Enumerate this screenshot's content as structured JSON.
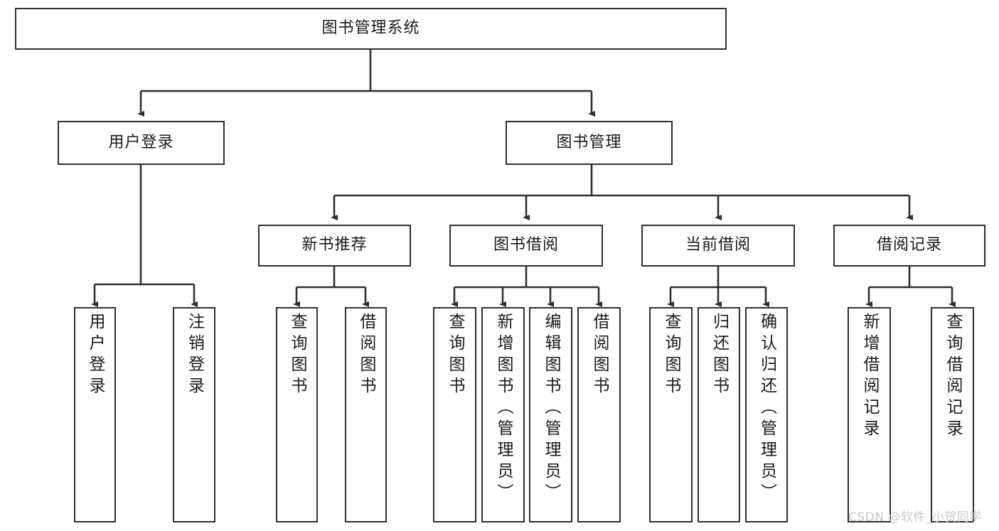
{
  "diagram": {
    "type": "tree-hierarchy-chart",
    "title": "图书管理系统",
    "orientation": "top-down",
    "colors": {
      "box_border": "#2f2f2f",
      "box_fill": "#ffffff",
      "connector": "#2f2f2f",
      "text": "#1a1a1a",
      "watermark": "#c9c9c9",
      "background": "#ffffff"
    },
    "watermark": "CSDN @软件_小贺同学",
    "levels": [
      {
        "level": 1,
        "nodes": [
          {
            "id": "root",
            "label": "图书管理系统",
            "text_orientation": "horizontal"
          }
        ]
      },
      {
        "level": 2,
        "nodes": [
          {
            "id": "login",
            "label": "用户登录",
            "parent": "root",
            "text_orientation": "horizontal"
          },
          {
            "id": "bookmgmt",
            "label": "图书管理",
            "parent": "root",
            "text_orientation": "horizontal"
          }
        ]
      },
      {
        "level": 3,
        "nodes": [
          {
            "id": "newbook",
            "label": "新书推荐",
            "parent": "bookmgmt",
            "text_orientation": "horizontal"
          },
          {
            "id": "borrow",
            "label": "图书借阅",
            "parent": "bookmgmt",
            "text_orientation": "horizontal"
          },
          {
            "id": "current",
            "label": "当前借阅",
            "parent": "bookmgmt",
            "text_orientation": "horizontal"
          },
          {
            "id": "records",
            "label": "借阅记录",
            "parent": "bookmgmt",
            "text_orientation": "horizontal"
          }
        ]
      },
      {
        "level": 4,
        "nodes": [
          {
            "id": "leaf1",
            "label": "用户登录",
            "parent": "login",
            "text_orientation": "vertical"
          },
          {
            "id": "leaf2",
            "label": "注销登录",
            "parent": "login",
            "text_orientation": "vertical"
          },
          {
            "id": "leaf3",
            "label": "查询图书",
            "parent": "newbook",
            "text_orientation": "vertical"
          },
          {
            "id": "leaf4",
            "label": "借阅图书",
            "parent": "newbook",
            "text_orientation": "vertical"
          },
          {
            "id": "leaf5",
            "label": "查询图书",
            "parent": "borrow",
            "text_orientation": "vertical"
          },
          {
            "id": "leaf6",
            "label": "新增图书（管理员）",
            "parent": "borrow",
            "text_orientation": "vertical"
          },
          {
            "id": "leaf7",
            "label": "编辑图书（管理员）",
            "parent": "borrow",
            "text_orientation": "vertical"
          },
          {
            "id": "leaf8",
            "label": "借阅图书",
            "parent": "borrow",
            "text_orientation": "vertical"
          },
          {
            "id": "leaf9",
            "label": "查询图书",
            "parent": "current",
            "text_orientation": "vertical"
          },
          {
            "id": "leaf10",
            "label": "归还图书",
            "parent": "current",
            "text_orientation": "vertical"
          },
          {
            "id": "leaf11",
            "label": "确认归还（管理员）",
            "parent": "current",
            "text_orientation": "vertical"
          },
          {
            "id": "leaf12",
            "label": "新增借阅记录",
            "parent": "records",
            "text_orientation": "vertical"
          },
          {
            "id": "leaf13",
            "label": "查询借阅记录",
            "parent": "records",
            "text_orientation": "vertical"
          }
        ]
      }
    ]
  }
}
